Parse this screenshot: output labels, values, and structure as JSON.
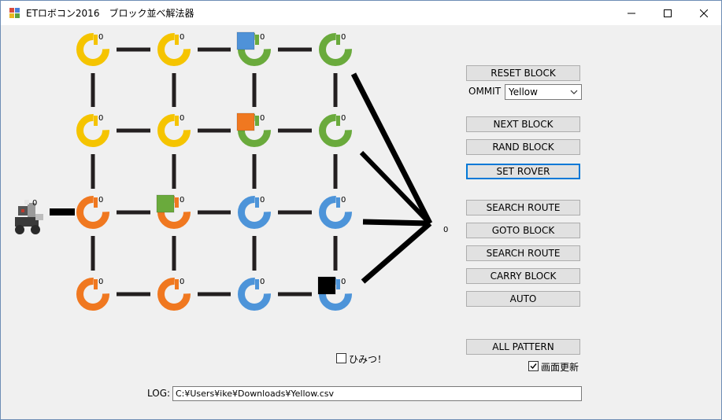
{
  "window": {
    "title": "ETロボコン2016　ブロック並べ解法器",
    "minimize_icon": "minimize-icon",
    "maximize_icon": "maximize-icon",
    "close_icon": "close-icon"
  },
  "board": {
    "node_counter": "0",
    "rows": [
      [
        "#f5c400",
        "#f5c400",
        "#6aaa3c",
        "#6aaa3c"
      ],
      [
        "#f5c400",
        "#f5c400",
        "#6aaa3c",
        "#6aaa3c"
      ],
      [
        "#f07820",
        "#f07820",
        "#4d94d9",
        "#4d94d9"
      ],
      [
        "#f07820",
        "#f07820",
        "#4d94d9",
        "#4d94d9"
      ]
    ],
    "blocks": [
      {
        "row": 0,
        "col": 2,
        "color": "#4f92d8"
      },
      {
        "row": 1,
        "col": 2,
        "color": "#f07820"
      },
      {
        "row": 2,
        "col": 1,
        "color": "#6aaa3c"
      },
      {
        "row": 3,
        "col": 3,
        "color": "#000000"
      }
    ],
    "rover_counter": "0",
    "goal_counter": "0",
    "rover_icon": "robot-icon"
  },
  "controls": {
    "reset_block": "RESET BLOCK",
    "ommit_label": "OMMIT",
    "ommit_value": "Yellow",
    "next_block": "NEXT BLOCK",
    "rand_block": "RAND BLOCK",
    "set_rover": "SET ROVER",
    "search_route_1": "SEARCH ROUTE",
    "goto_block": "GOTO BLOCK",
    "search_route_2": "SEARCH ROUTE",
    "carry_block": "CARRY BLOCK",
    "auto": "AUTO",
    "all_pattern": "ALL PATTERN",
    "himitsu_label": "ひみつ！",
    "himitsu_checked": false,
    "screen_update_label": "画面更新",
    "screen_update_checked": true
  },
  "log": {
    "label": "LOG:",
    "value": "C:¥Users¥ike¥Downloads¥Yellow.csv"
  }
}
